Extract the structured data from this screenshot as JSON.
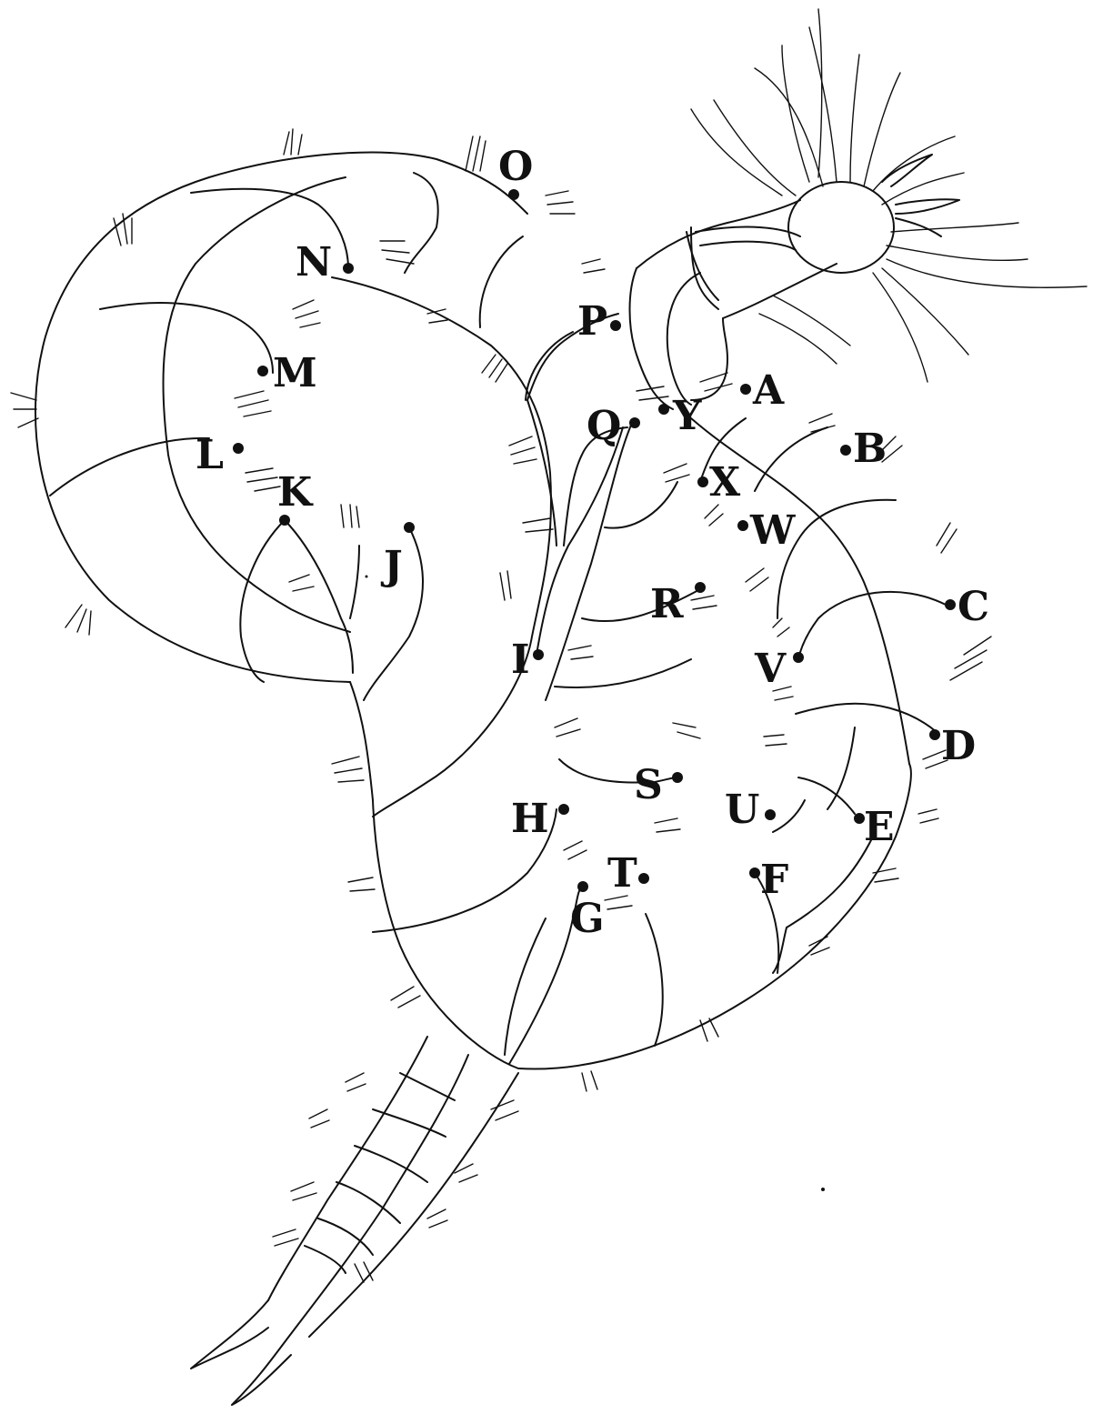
{
  "figure": {
    "labels": [
      "A",
      "B",
      "C",
      "D",
      "E",
      "F",
      "G",
      "H",
      "I",
      "J",
      "K",
      "L",
      "M",
      "N",
      "O",
      "P",
      "Q",
      "R",
      "S",
      "T",
      "U",
      "V",
      "W",
      "X",
      "Y"
    ]
  }
}
